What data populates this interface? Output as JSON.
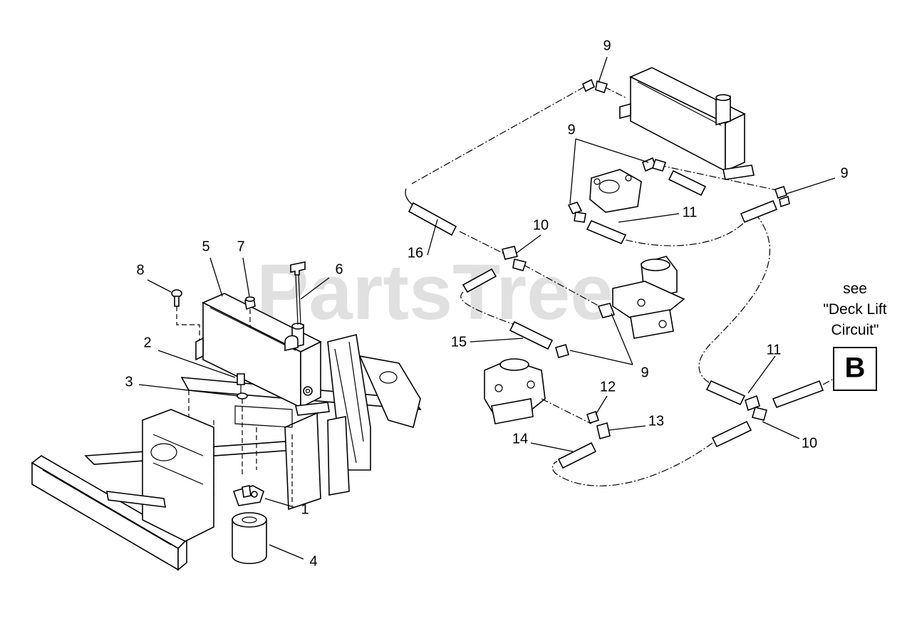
{
  "watermark": "PartsTree",
  "callouts": {
    "c1": "1",
    "c2": "2",
    "c3": "3",
    "c4": "4",
    "c5": "5",
    "c6": "6",
    "c7": "7",
    "c8": "8",
    "c9a": "9",
    "c9b": "9",
    "c9c": "9",
    "c9d": "9",
    "c10a": "10",
    "c10b": "10",
    "c11a": "11",
    "c11b": "11",
    "c12": "12",
    "c13": "13",
    "c14": "14",
    "c15": "15",
    "c16": "16"
  },
  "reference_note": {
    "line1": "see",
    "line2": "\"Deck Lift",
    "line3": "Circuit\""
  },
  "reference_badge": "B"
}
